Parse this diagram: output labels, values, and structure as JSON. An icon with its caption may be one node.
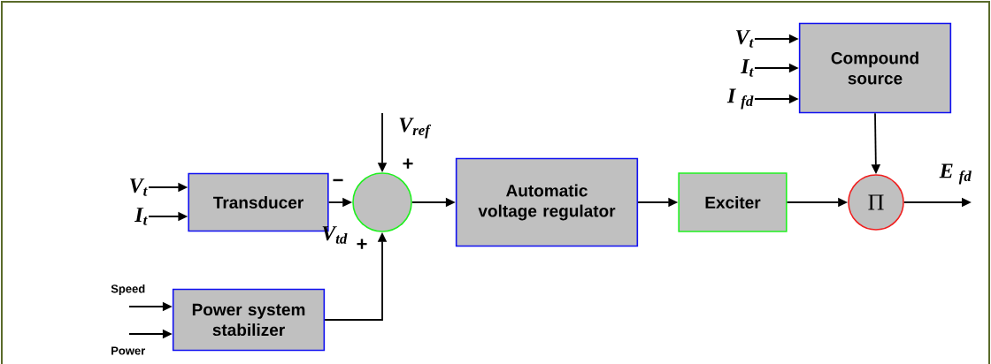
{
  "diagram": {
    "nodes": [
      {
        "text": [
          "V$_{t}$"
        ]
      },
      {
        "text": [
          "I$_{t}$"
        ]
      },
      {
        "text": [
          "Transducer"
        ]
      },
      {
        "text": [],
        "shape": "circle"
      },
      {
        "text": [
          "Automatic voltage regulator"
        ]
      },
      {
        "text": [
          "Exciter"
        ]
      },
      {
        "text": [
          "Π"
        ]
      },
      {
        "text": [
          "V$_{t}$"
        ]
      },
      {
        "text": [
          "I$_{t}$"
        ]
      },
      {
        "text": [
          "I $_{fd}$"
        ]
      },
      {
        "text": [
          "Compound source"
        ]
      },
      {
        "text": [
          "Power system stabilizer"
        ]
      }
    ],
    "edges": [
      {
        "from": 0,
        "to": 2,
        "arrow": "to"
      },
      {
        "from": 1,
        "to": 2,
        "arrow": "to"
      },
      {
        "from": 2,
        "to": 3,
        "arrow": "to"
      },
      {
        "from": null,
        "to": 3,
        "arrow": "to",
        "label": "V$_{ref}$"
      },
      {
        "from": 11,
        "to": 3,
        "arrow": "to"
      },
      {
        "from": 3,
        "to": 4,
        "arrow": "to"
      },
      {
        "from": 4,
        "to": 5,
        "arrow": "to"
      },
      {
        "from": 5,
        "to": 6,
        "arrow": "to"
      },
      {
        "from": 10,
        "to": 6,
        "arrow": "to"
      },
      {
        "from": 6,
        "to": null,
        "arrow": "to",
        "label": "E $_{fd}$"
      },
      {
        "from": 7,
        "to": 10,
        "arrow": "to"
      },
      {
        "from": 8,
        "to": 10,
        "arrow": "to"
      },
      {
        "from": 9,
        "to": 10,
        "arrow": "to"
      },
      {
        "from": null,
        "to": 11,
        "arrow": "to",
        "label": "Speed"
      },
      {
        "from": null,
        "to": 11,
        "arrow": "to",
        "label": "Power"
      }
    ],
    "labels": [
      "−",
      "+",
      "V$_{td}$",
      "+"
    ]
  }
}
